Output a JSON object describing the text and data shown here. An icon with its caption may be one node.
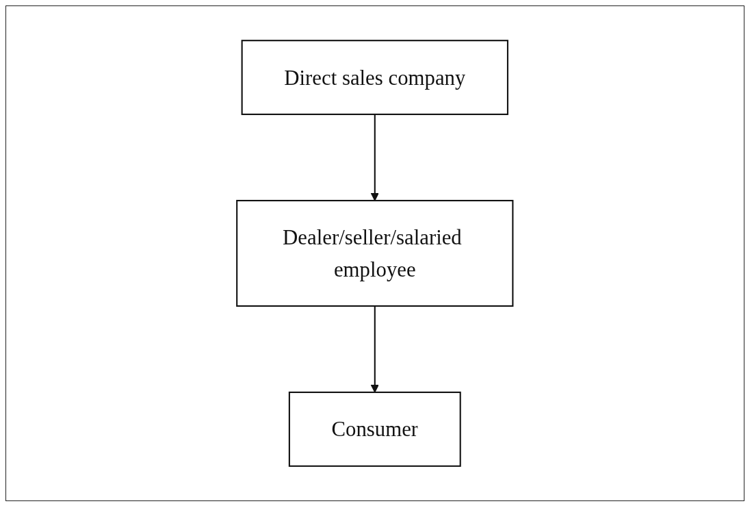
{
  "diagram": {
    "nodes": [
      {
        "text": [
          "Direct sales company"
        ]
      },
      {
        "text": [
          "Dealer/seller/salaried employee"
        ]
      },
      {
        "text": [
          "Consumer"
        ]
      }
    ],
    "edges": [
      {
        "from": 0,
        "to": 1,
        "arrow": "to"
      },
      {
        "from": 1,
        "to": 2,
        "arrow": "to"
      }
    ]
  }
}
